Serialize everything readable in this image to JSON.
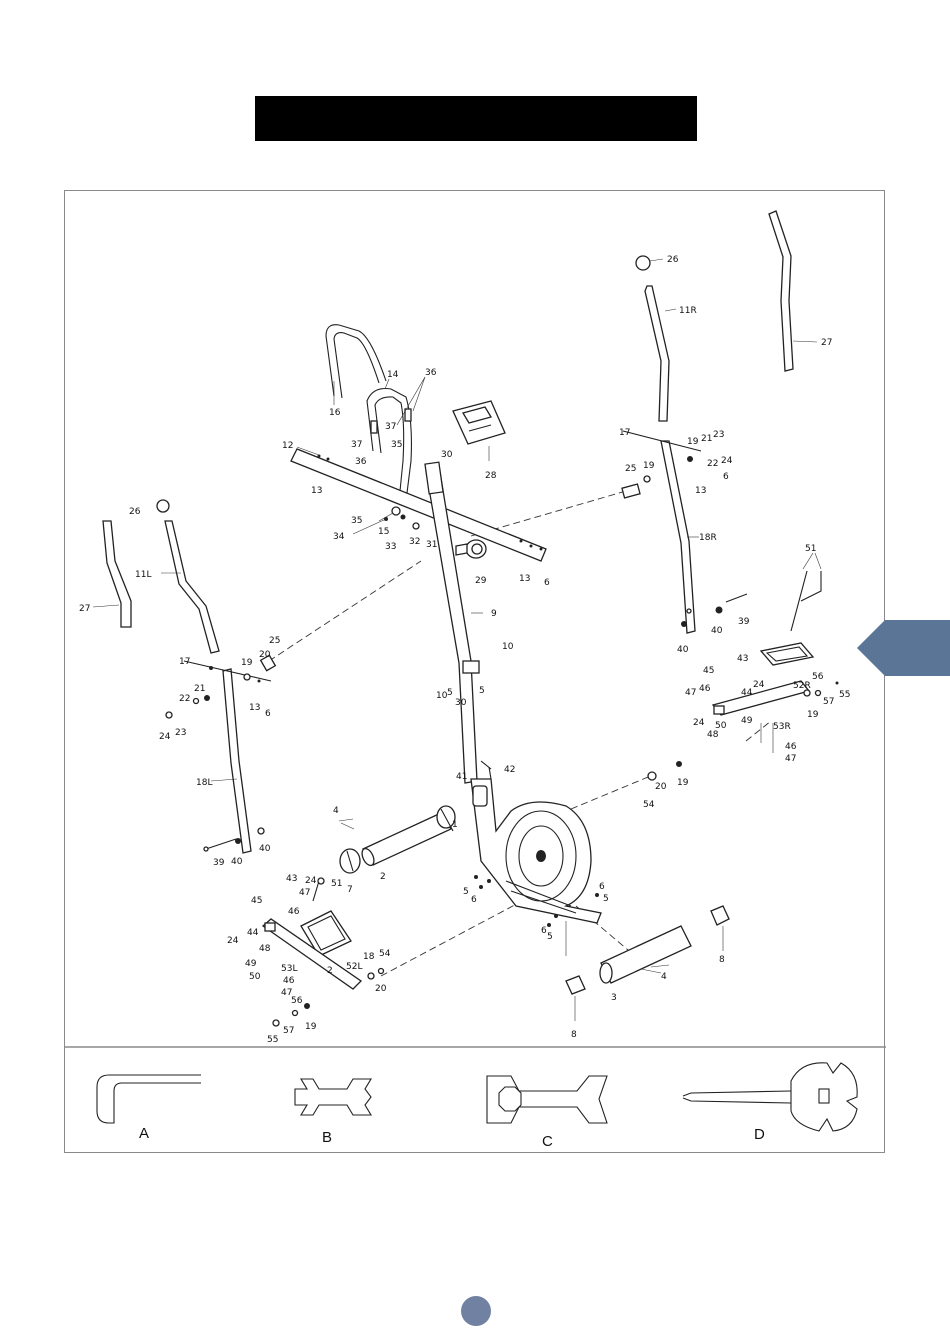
{
  "header": {
    "title_bar_color": "#000000"
  },
  "labels": [
    {
      "id": "l26r",
      "text": "26"
    },
    {
      "id": "l11r",
      "text": "11R"
    },
    {
      "id": "l27r",
      "text": "27"
    },
    {
      "id": "l16",
      "text": "16"
    },
    {
      "id": "l14",
      "text": "14"
    },
    {
      "id": "l36a",
      "text": "36"
    },
    {
      "id": "l37a",
      "text": "37"
    },
    {
      "id": "l35a",
      "text": "35"
    },
    {
      "id": "l37b",
      "text": "37"
    },
    {
      "id": "l36b",
      "text": "36"
    },
    {
      "id": "l12",
      "text": "12"
    },
    {
      "id": "l13a",
      "text": "13"
    },
    {
      "id": "l30a",
      "text": "30"
    },
    {
      "id": "l28",
      "text": "28"
    },
    {
      "id": "l35b",
      "text": "35"
    },
    {
      "id": "l34",
      "text": "34"
    },
    {
      "id": "l15",
      "text": "15"
    },
    {
      "id": "l33",
      "text": "33"
    },
    {
      "id": "l32",
      "text": "32"
    },
    {
      "id": "l31",
      "text": "31"
    },
    {
      "id": "l29",
      "text": "29"
    },
    {
      "id": "l13b",
      "text": "13"
    },
    {
      "id": "l6a",
      "text": "6"
    },
    {
      "id": "l9",
      "text": "9"
    },
    {
      "id": "l10a",
      "text": "10"
    },
    {
      "id": "l10b",
      "text": "10"
    },
    {
      "id": "l5a",
      "text": "5"
    },
    {
      "id": "l30b",
      "text": "30"
    },
    {
      "id": "l5b",
      "text": "5"
    },
    {
      "id": "l17r",
      "text": "17"
    },
    {
      "id": "l19r",
      "text": "19"
    },
    {
      "id": "l21r",
      "text": "21"
    },
    {
      "id": "l23r",
      "text": "23"
    },
    {
      "id": "l22r",
      "text": "22"
    },
    {
      "id": "l24r",
      "text": "24"
    },
    {
      "id": "l6r",
      "text": "6"
    },
    {
      "id": "l25r",
      "text": "25"
    },
    {
      "id": "l19r2",
      "text": "19"
    },
    {
      "id": "l13r",
      "text": "13"
    },
    {
      "id": "l18r",
      "text": "18R"
    },
    {
      "id": "l26l",
      "text": "26"
    },
    {
      "id": "l11l",
      "text": "11L"
    },
    {
      "id": "l27l",
      "text": "27"
    },
    {
      "id": "l25l",
      "text": "25"
    },
    {
      "id": "l20l",
      "text": "20"
    },
    {
      "id": "l17l",
      "text": "17"
    },
    {
      "id": "l19l",
      "text": "19"
    },
    {
      "id": "l21l",
      "text": "21"
    },
    {
      "id": "l22l",
      "text": "22"
    },
    {
      "id": "l23l",
      "text": "23"
    },
    {
      "id": "l24l",
      "text": "24"
    },
    {
      "id": "l13l",
      "text": "13"
    },
    {
      "id": "l6l",
      "text": "6"
    },
    {
      "id": "l18l",
      "text": "18L"
    },
    {
      "id": "l39l",
      "text": "39"
    },
    {
      "id": "l40l",
      "text": "40"
    },
    {
      "id": "l40l2",
      "text": "40"
    },
    {
      "id": "l40r",
      "text": "40"
    },
    {
      "id": "l39r",
      "text": "39"
    },
    {
      "id": "l40r2",
      "text": "40"
    },
    {
      "id": "l51r",
      "text": "51"
    },
    {
      "id": "l43r",
      "text": "43"
    },
    {
      "id": "l45r",
      "text": "45"
    },
    {
      "id": "l47r",
      "text": "47"
    },
    {
      "id": "l46r",
      "text": "46"
    },
    {
      "id": "l44r",
      "text": "44"
    },
    {
      "id": "l24r2",
      "text": "24"
    },
    {
      "id": "l52r",
      "text": "52R"
    },
    {
      "id": "l56r",
      "text": "56"
    },
    {
      "id": "l57r",
      "text": "57"
    },
    {
      "id": "l55r",
      "text": "55"
    },
    {
      "id": "l24r3",
      "text": "24"
    },
    {
      "id": "l50r",
      "text": "50"
    },
    {
      "id": "l49r",
      "text": "49"
    },
    {
      "id": "l19r3",
      "text": "19"
    },
    {
      "id": "l48r",
      "text": "48"
    },
    {
      "id": "l53r",
      "text": "53R"
    },
    {
      "id": "l46r2",
      "text": "46"
    },
    {
      "id": "l47r2",
      "text": "47"
    },
    {
      "id": "l20r",
      "text": "20"
    },
    {
      "id": "l19r4",
      "text": "19"
    },
    {
      "id": "l54r",
      "text": "54"
    },
    {
      "id": "l41",
      "text": "41"
    },
    {
      "id": "l42",
      "text": "42"
    },
    {
      "id": "l4a",
      "text": "4"
    },
    {
      "id": "l1",
      "text": "1"
    },
    {
      "id": "l2a",
      "text": "2"
    },
    {
      "id": "l7",
      "text": "7"
    },
    {
      "id": "l5c",
      "text": "5"
    },
    {
      "id": "l6b",
      "text": "6"
    },
    {
      "id": "l6c",
      "text": "6"
    },
    {
      "id": "l5d",
      "text": "5"
    },
    {
      "id": "l6d",
      "text": "6"
    },
    {
      "id": "l5e",
      "text": "5"
    },
    {
      "id": "l43l",
      "text": "43"
    },
    {
      "id": "l24l2",
      "text": "24"
    },
    {
      "id": "l51l",
      "text": "51"
    },
    {
      "id": "l47l",
      "text": "47"
    },
    {
      "id": "l45l",
      "text": "45"
    },
    {
      "id": "l46l",
      "text": "46"
    },
    {
      "id": "l44l",
      "text": "44"
    },
    {
      "id": "l24l3",
      "text": "24"
    },
    {
      "id": "l48l",
      "text": "48"
    },
    {
      "id": "l52l",
      "text": "52L"
    },
    {
      "id": "l49l",
      "text": "49"
    },
    {
      "id": "l53l",
      "text": "53L"
    },
    {
      "id": "l50l",
      "text": "50"
    },
    {
      "id": "l2b",
      "text": "2"
    },
    {
      "id": "l46l2",
      "text": "46"
    },
    {
      "id": "l47l2",
      "text": "47"
    },
    {
      "id": "l18b",
      "text": "18"
    },
    {
      "id": "l54l",
      "text": "54"
    },
    {
      "id": "l20l2",
      "text": "20"
    },
    {
      "id": "l56l",
      "text": "56"
    },
    {
      "id": "l19l2",
      "text": "19"
    },
    {
      "id": "l57l",
      "text": "57"
    },
    {
      "id": "l55l",
      "text": "55"
    },
    {
      "id": "l8a",
      "text": "8"
    },
    {
      "id": "l8b",
      "text": "8"
    },
    {
      "id": "l3",
      "text": "3"
    },
    {
      "id": "l4b",
      "text": "4"
    }
  ],
  "tools": [
    {
      "letter": "A",
      "icon": "allen-key"
    },
    {
      "letter": "B",
      "icon": "open-wrench"
    },
    {
      "letter": "C",
      "icon": "combination-wrench"
    },
    {
      "letter": "D",
      "icon": "screwdriver-wrench"
    }
  ],
  "side_tab": {
    "color": "#5b7596",
    "icon": "arrow-left-tab"
  },
  "page_indicator": {
    "color": "#7181a2"
  }
}
